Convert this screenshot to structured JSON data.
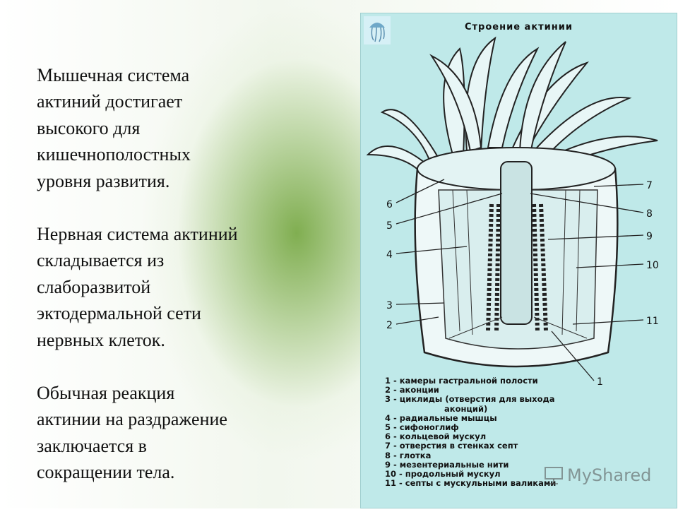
{
  "text": {
    "p1": " Мышечная система\nактиний достигает\nвысокого для\nкишечнополостных\nуровня развития.",
    "p2": " Нервная система актиний\nскладывается из\nслаборазвитой\nэктодермальной сети\nнервных клеток.",
    "p3": " Обычная реакция\nактинии на раздражение\nзаключается в\nсокращении тела."
  },
  "figure": {
    "title": "Строение актинии",
    "labels": [
      "1",
      "2",
      "3",
      "4",
      "5",
      "6",
      "7",
      "8",
      "9",
      "10",
      "11"
    ],
    "legend": [
      "1 - камеры гастральной полости",
      "2 - аконции",
      "3 - циклиды (отверстия для выхода",
      "аконций)",
      "4 - радиальные мышцы",
      "5 - сифоноглиф",
      "6 - кольцевой мускул",
      "7 - отверстия в стенках септ",
      "8 - глотка",
      "9 - мезентериальные нити",
      "10 - продольный мускул",
      "11 - септы с мускульными валиками"
    ],
    "watermark": "MyShared",
    "background": "#bfe9e9"
  }
}
